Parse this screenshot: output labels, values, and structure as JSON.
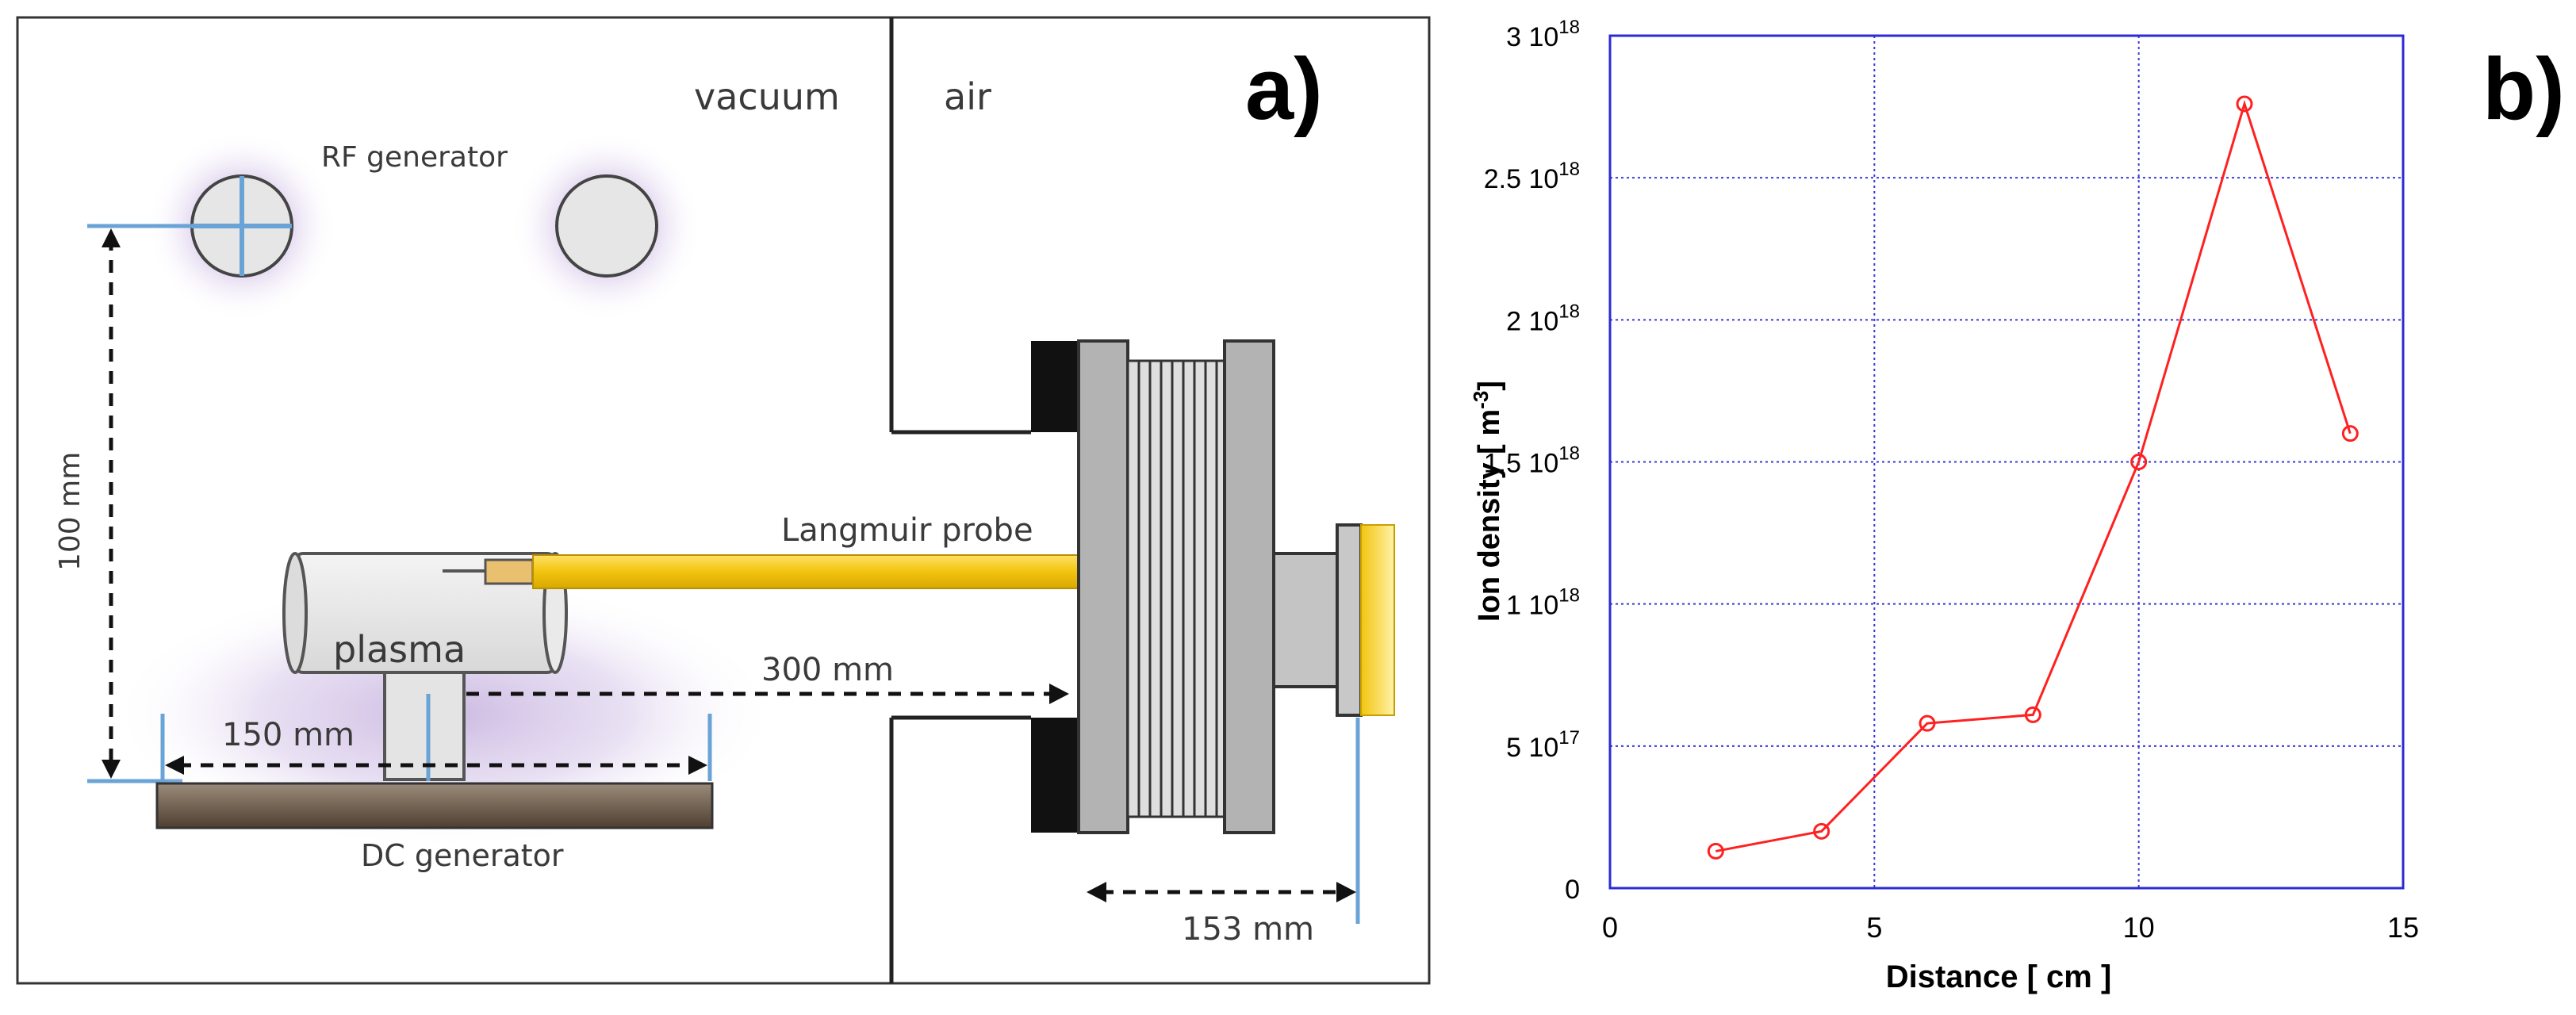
{
  "panel_a": {
    "label": "a)",
    "vacuum_label": "vacuum",
    "air_label": "air",
    "rf_generator_label": "RF generator",
    "langmuir_probe_label": "Langmuir probe",
    "plasma_label": "plasma",
    "dc_generator_label": "DC generator",
    "dim_100": "100 mm",
    "dim_300": "300 mm",
    "dim_150": "150 mm",
    "dim_153": "153 mm",
    "colors": {
      "probe": "#f2c40f",
      "probe_light": "#ffe066",
      "plasma_glow": "#c9b6e0",
      "dark_block": "#111111",
      "flange": "#b3b3b3",
      "dc_generator": "#6b5a4a",
      "dim_line": "#6aa3d6"
    }
  },
  "panel_b": {
    "label": "b)",
    "chart_data": {
      "type": "line",
      "x": [
        2,
        4,
        6,
        8,
        10,
        12,
        14
      ],
      "y": [
        1.3e+17,
        2e+17,
        5.8e+17,
        6.1e+17,
        1.5e+18,
        2.76e+18,
        1.6e+18
      ],
      "xlabel": "Distance [ cm ]",
      "ylabel_base": "Ion density [ m",
      "ylabel_exp": "-3",
      "ylabel_end": "]",
      "xlim": [
        0,
        15
      ],
      "ylim": [
        0,
        3e+18
      ],
      "xticks": [
        0,
        5,
        10,
        15
      ],
      "yticks": [
        0,
        5e+17,
        1e+18,
        1.5e+18,
        2e+18,
        2.5e+18,
        3e+18
      ],
      "ytick_labels": [
        {
          "base": "0",
          "exp": ""
        },
        {
          "base": "5 10",
          "exp": "17"
        },
        {
          "base": "1 10",
          "exp": "18"
        },
        {
          "base": "1.5 10",
          "exp": "18"
        },
        {
          "base": "2 10",
          "exp": "18"
        },
        {
          "base": "2.5 10",
          "exp": "18"
        },
        {
          "base": "3 10",
          "exp": "18"
        }
      ],
      "grid": true,
      "line_color": "#ff2020",
      "axis_color": "#2b2bd6",
      "grid_color": "#3a3ad8"
    }
  }
}
